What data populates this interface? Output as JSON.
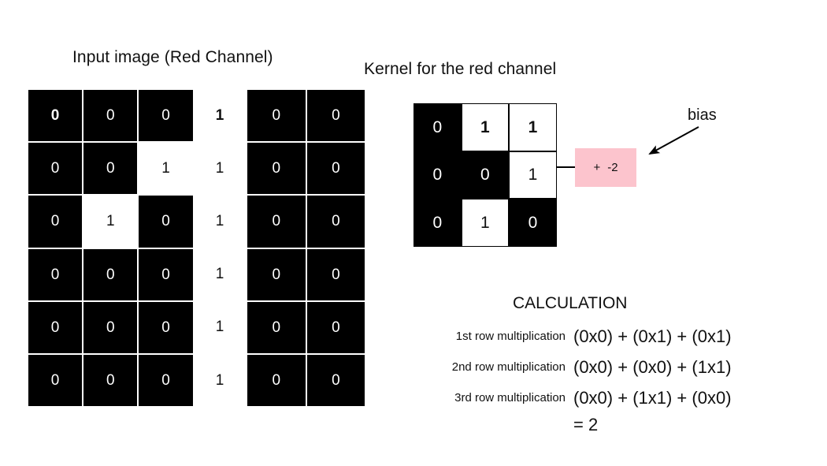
{
  "titles": {
    "input": "Input image (Red Channel)",
    "kernel": "Kernel for the red channel",
    "calculation": "CALCULATION"
  },
  "input_image": {
    "left_block": {
      "rows": 6,
      "cols": 3,
      "cells": [
        [
          {
            "v": "0",
            "fill": "black",
            "bold": true
          },
          {
            "v": "0",
            "fill": "black",
            "bold": false
          },
          {
            "v": "0",
            "fill": "black",
            "bold": false
          }
        ],
        [
          {
            "v": "0",
            "fill": "black",
            "bold": false
          },
          {
            "v": "0",
            "fill": "black",
            "bold": false
          },
          {
            "v": "1",
            "fill": "white",
            "bold": false
          }
        ],
        [
          {
            "v": "0",
            "fill": "black",
            "bold": false
          },
          {
            "v": "1",
            "fill": "white",
            "bold": false
          },
          {
            "v": "0",
            "fill": "black",
            "bold": false
          }
        ],
        [
          {
            "v": "0",
            "fill": "black",
            "bold": false
          },
          {
            "v": "0",
            "fill": "black",
            "bold": false
          },
          {
            "v": "0",
            "fill": "black",
            "bold": false
          }
        ],
        [
          {
            "v": "0",
            "fill": "black",
            "bold": false
          },
          {
            "v": "0",
            "fill": "black",
            "bold": false
          },
          {
            "v": "0",
            "fill": "black",
            "bold": false
          }
        ],
        [
          {
            "v": "0",
            "fill": "black",
            "bold": false
          },
          {
            "v": "0",
            "fill": "black",
            "bold": false
          },
          {
            "v": "0",
            "fill": "black",
            "bold": false
          }
        ]
      ]
    },
    "middle_column": {
      "values": [
        {
          "v": "1",
          "bold": true
        },
        {
          "v": "1",
          "bold": false
        },
        {
          "v": "1",
          "bold": false
        },
        {
          "v": "1",
          "bold": false
        },
        {
          "v": "1",
          "bold": false
        },
        {
          "v": "1",
          "bold": false
        }
      ]
    },
    "right_block": {
      "rows": 6,
      "cols": 2,
      "cells": [
        [
          {
            "v": "0",
            "fill": "black",
            "bold": false
          },
          {
            "v": "0",
            "fill": "black",
            "bold": false
          }
        ],
        [
          {
            "v": "0",
            "fill": "black",
            "bold": false
          },
          {
            "v": "0",
            "fill": "black",
            "bold": false
          }
        ],
        [
          {
            "v": "0",
            "fill": "black",
            "bold": false
          },
          {
            "v": "0",
            "fill": "black",
            "bold": false
          }
        ],
        [
          {
            "v": "0",
            "fill": "black",
            "bold": false
          },
          {
            "v": "0",
            "fill": "black",
            "bold": false
          }
        ],
        [
          {
            "v": "0",
            "fill": "black",
            "bold": false
          },
          {
            "v": "0",
            "fill": "black",
            "bold": false
          }
        ],
        [
          {
            "v": "0",
            "fill": "black",
            "bold": false
          },
          {
            "v": "0",
            "fill": "black",
            "bold": false
          }
        ]
      ]
    }
  },
  "kernel": {
    "rows": 3,
    "cols": 3,
    "cells": [
      [
        {
          "v": "0",
          "fill": "black",
          "bold": false
        },
        {
          "v": "1",
          "fill": "white",
          "bold": true
        },
        {
          "v": "1",
          "fill": "white",
          "bold": true
        }
      ],
      [
        {
          "v": "0",
          "fill": "black",
          "bold": false
        },
        {
          "v": "0",
          "fill": "black",
          "bold": false
        },
        {
          "v": "1",
          "fill": "white",
          "bold": false
        }
      ],
      [
        {
          "v": "0",
          "fill": "black",
          "bold": false
        },
        {
          "v": "1",
          "fill": "white",
          "bold": false
        },
        {
          "v": "0",
          "fill": "black",
          "bold": false
        }
      ]
    ]
  },
  "bias": {
    "label": "bias",
    "operator": "+",
    "value": "-2",
    "box_color": "#fcc4cd"
  },
  "calculation": {
    "rows": [
      {
        "label": "1st row multiplication",
        "expression": "(0x0) + (0x1) + (0x1)"
      },
      {
        "label": "2nd row multiplication",
        "expression": "(0x0) + (0x0) + (1x1)"
      },
      {
        "label": "3rd row multiplication",
        "expression": "(0x0) + (1x1) + (0x0)"
      }
    ],
    "total": "= 2"
  },
  "colors": {
    "background": "#ffffff",
    "cell_black": "#000000",
    "cell_white": "#ffffff",
    "text_dark": "#111111",
    "bias_pink": "#fcc4cd"
  }
}
